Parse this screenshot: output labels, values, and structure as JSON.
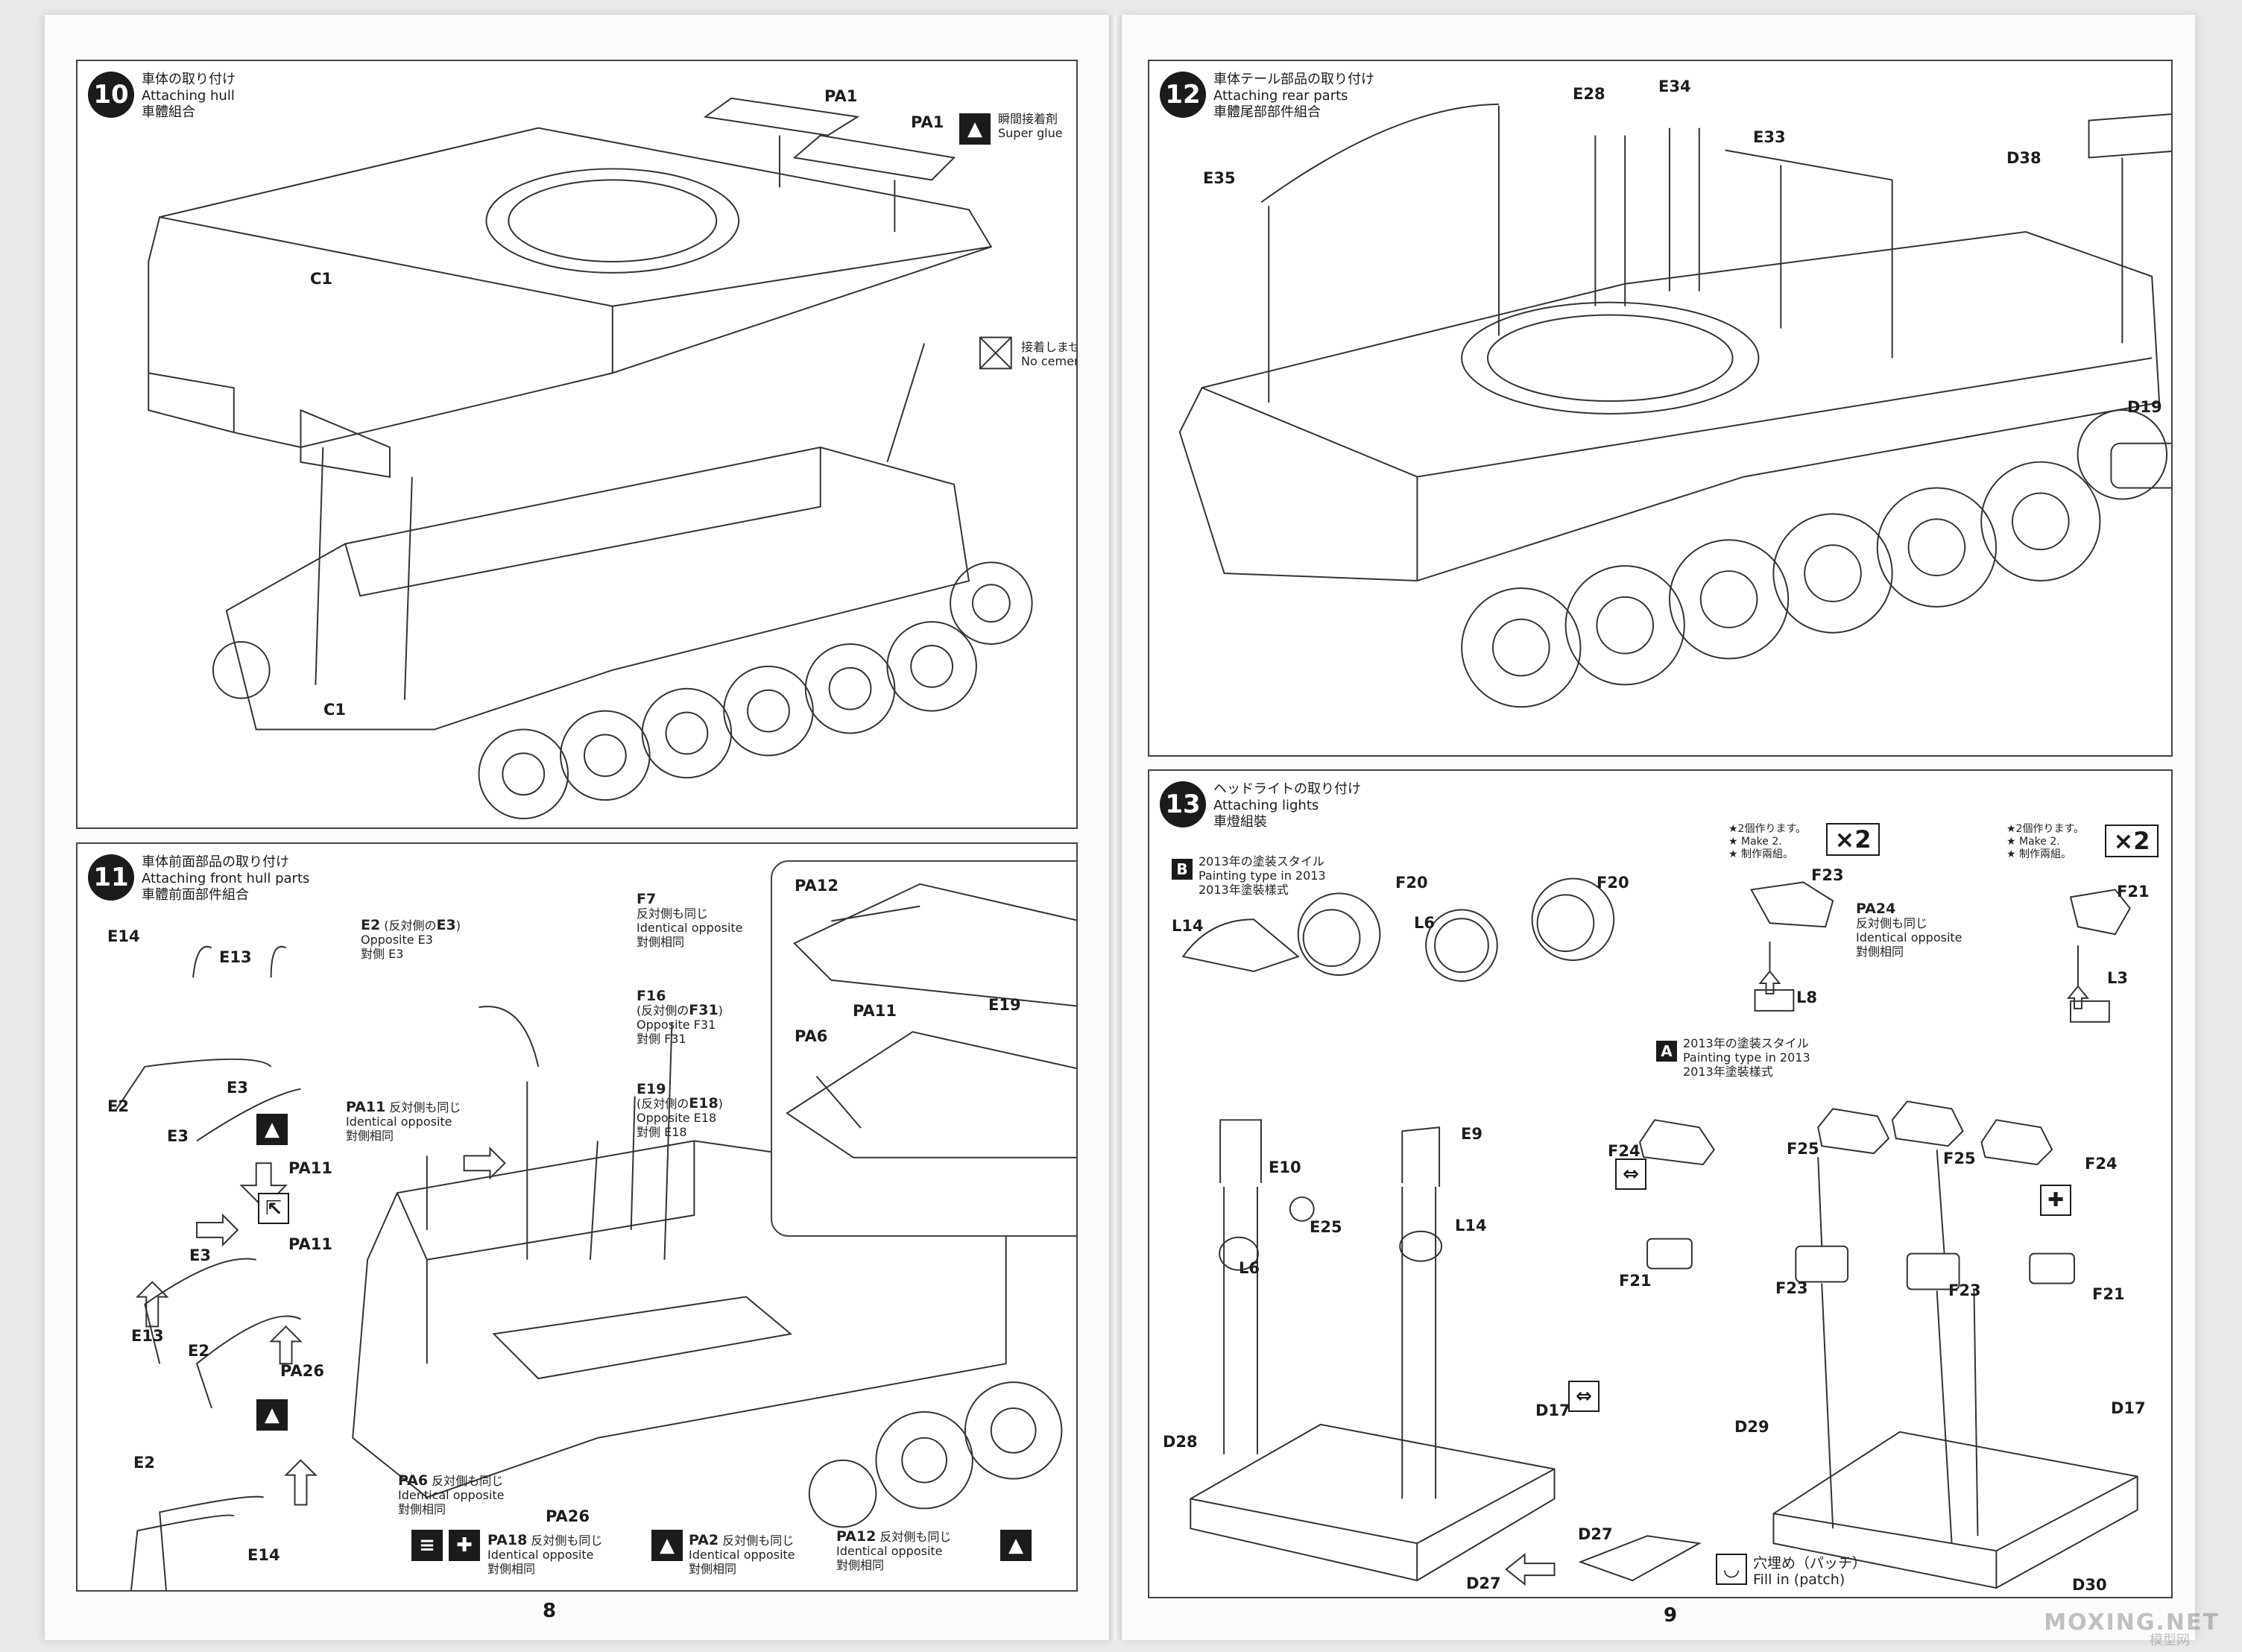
{
  "left_page": {
    "page_number": "8",
    "step10": {
      "number": "10",
      "title_jp": "車体の取り付け",
      "title_en": "Attaching hull",
      "title_cn": "車體組合",
      "labels": {
        "pa1_a": "PA1",
        "pa1_b": "PA1",
        "c1_top": "C1",
        "c1_bottom": "C1"
      },
      "super_glue": {
        "jp": "瞬間接着剤",
        "en": "Super glue"
      },
      "no_cement": {
        "jp": "接着しません",
        "en": "No cement"
      }
    },
    "step11": {
      "number": "11",
      "title_jp": "車体前面部品の取り付け",
      "title_en": "Attaching front hull parts",
      "title_cn": "車體前面部件組合",
      "labels": {
        "e14_top": "E14",
        "e13_top": "E13",
        "e2_top": "E2",
        "e3_mid": "E3",
        "e3_left": "E3",
        "e3_right": "E3",
        "e13_bottom": "E13",
        "e2_left": "E2",
        "e2_right": "E2",
        "e14_bottom": "E14",
        "pa11_a": "PA11",
        "pa11_b": "PA11",
        "pa26_a": "PA26",
        "pa26_b": "PA26",
        "pa12_inset": "PA12",
        "pa6_inset": "PA6",
        "pa11_inset": "PA11",
        "e19_inset": "E19"
      },
      "e2_note": {
        "head": "E2",
        "paren": "(反対側の",
        "ref": "E3",
        "close": ")",
        "en": "Opposite E3",
        "cn": "對側 E3"
      },
      "f7_note": {
        "head": "F7",
        "jp": "反対側も同じ",
        "en": "Identical opposite",
        "cn": "對側相同"
      },
      "f16_note": {
        "head": "F16",
        "paren": "(反対側の",
        "ref": "F31",
        "close": ")",
        "en": "Opposite F31",
        "cn": "對側 F31"
      },
      "e19_note": {
        "head": "E19",
        "paren": "(反対側の",
        "ref": "E18",
        "close": ")",
        "en": "Opposite E18",
        "cn": "對側 E18"
      },
      "pa11_note": {
        "head": "PA11",
        "jp": "反対側も同じ",
        "en": "Identical opposite",
        "cn": "對側相同"
      },
      "pa6_note": {
        "head": "PA6",
        "jp": "反対側も同じ",
        "en": "Identical opposite",
        "cn": "對側相同"
      },
      "pa18_note": {
        "head": "PA18",
        "jp": "反対側も同じ",
        "en": "Identical opposite",
        "cn": "對側相同"
      },
      "pa2_note": {
        "head": "PA2",
        "jp": "反対側も同じ",
        "en": "Identical opposite",
        "cn": "對側相同"
      },
      "pa12_note": {
        "head": "PA12",
        "jp": "反対側も同じ",
        "en": "Identical opposite",
        "cn": "對側相同"
      }
    }
  },
  "right_page": {
    "page_number": "9",
    "step12": {
      "number": "12",
      "title_jp": "車体テール部品の取り付け",
      "title_en": "Attaching rear parts",
      "title_cn": "車體尾部部件組合",
      "labels": {
        "e28": "E28",
        "e34": "E34",
        "e33": "E33",
        "e35": "E35",
        "d38": "D38",
        "d19": "D19"
      }
    },
    "step13": {
      "number": "13",
      "title_jp": "ヘッドライトの取り付け",
      "title_en": "Attaching lights",
      "title_cn": "車燈組裝",
      "painting_b": {
        "letter": "B",
        "jp": "2013年の塗装スタイル",
        "en": "Painting type in 2013",
        "cn": "2013年塗裝樣式"
      },
      "painting_a": {
        "letter": "A",
        "jp": "2013年の塗装スタイル",
        "en": "Painting type in 2013",
        "cn": "2013年塗裝樣式"
      },
      "make2_left": {
        "jp": "★2個作ります。",
        "en": "★ Make 2.",
        "cn": "★ 制作兩組。",
        "times": "×2"
      },
      "make2_right": {
        "jp": "★2個作ります。",
        "en": "★ Make 2.",
        "cn": "★ 制作兩組。",
        "times": "×2"
      },
      "pa24_note": {
        "head": "PA24",
        "jp": "反対側も同じ",
        "en": "Identical opposite",
        "cn": "對側相同"
      },
      "fill_note": {
        "jp": "穴埋め（パッチ）",
        "en": "Fill in (patch)"
      },
      "labels": {
        "l14_top": "L14",
        "f20_a": "F20",
        "l6_top": "L6",
        "f20_b": "F20",
        "f23_top": "F23",
        "l8": "L8",
        "f21_top": "F21",
        "l3": "L3",
        "e10": "E10",
        "e9": "E9",
        "e25": "E25",
        "l6_mid": "L6",
        "l14_mid": "L14",
        "f24_left": "F24",
        "f25_left": "F25",
        "f21_left": "F21",
        "f23_left": "F23",
        "f25_right": "F25",
        "f24_right": "F24",
        "f23_right": "F23",
        "f21_right": "F21",
        "d17_left": "D17",
        "d28": "D28",
        "d27_a": "D27",
        "d27_b": "D27",
        "d29": "D29",
        "d17_right": "D17",
        "d30": "D30"
      }
    }
  },
  "watermark": {
    "main": "MOXING.NET",
    "sub": "模型网"
  }
}
